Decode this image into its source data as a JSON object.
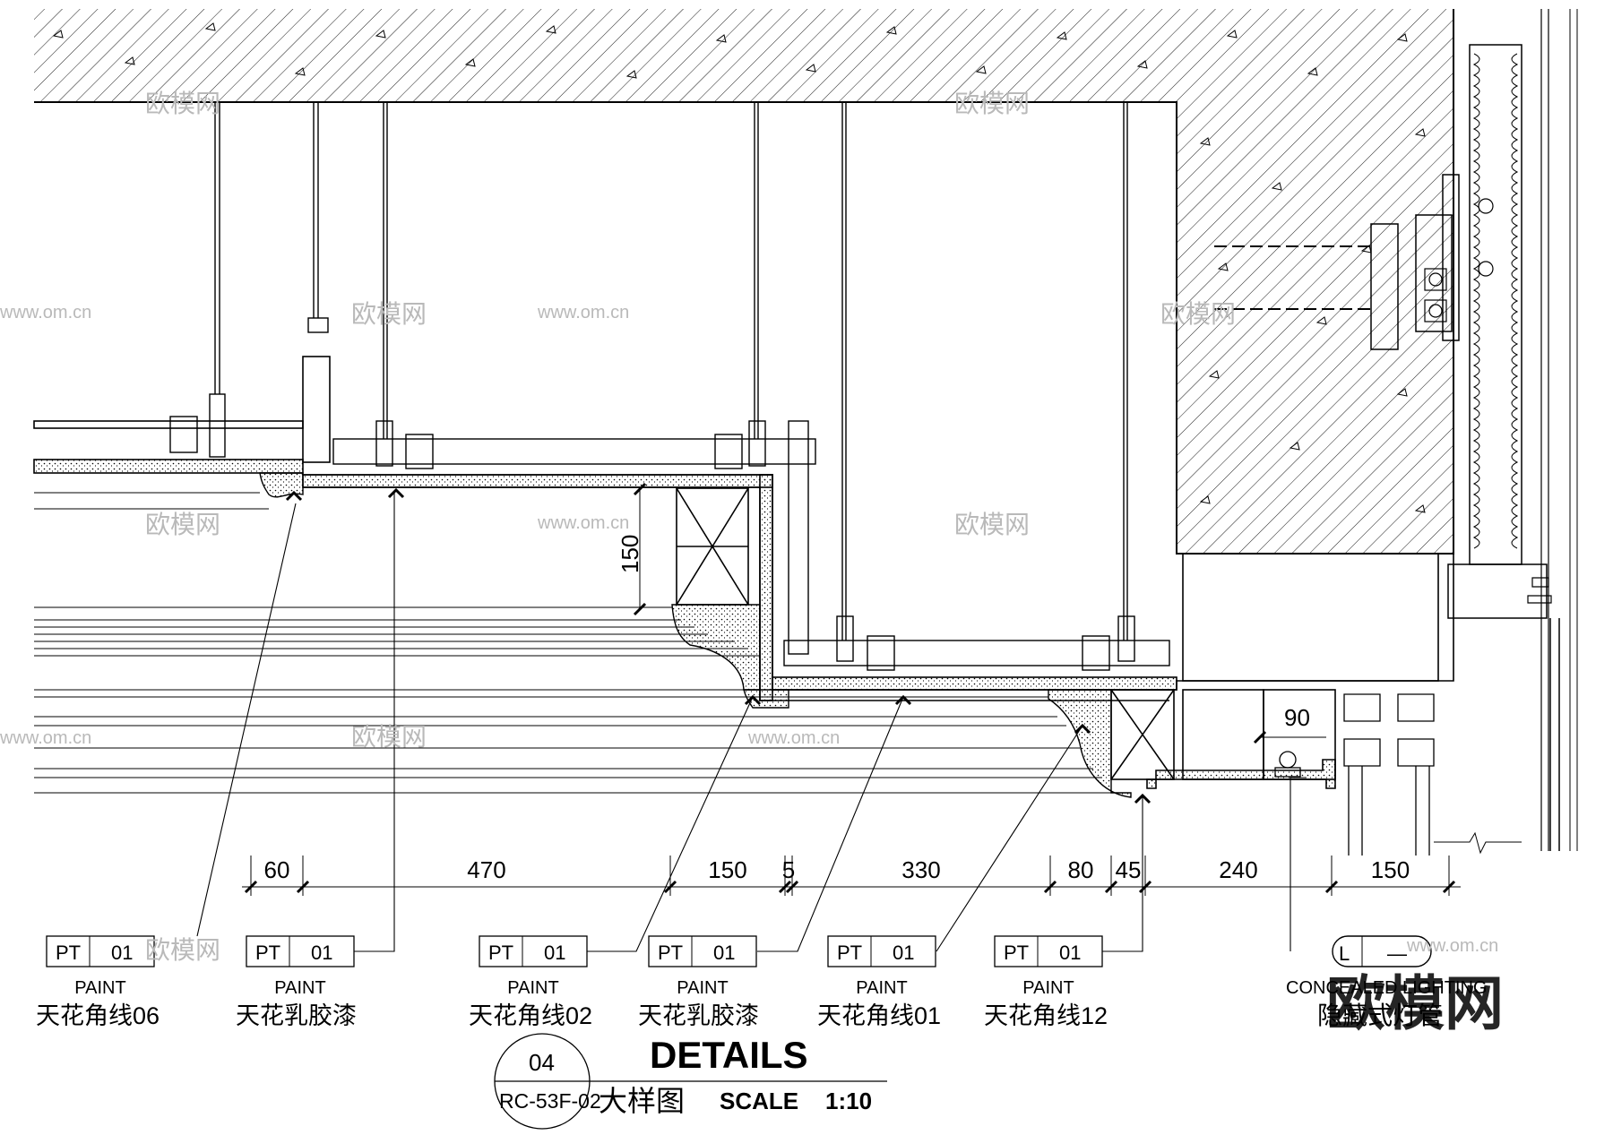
{
  "dimensions": [
    "60",
    "470",
    "150",
    "5",
    "330",
    "80",
    "45",
    "240",
    "150"
  ],
  "vertical_dimension": "150",
  "side_dimension": "90",
  "tags": [
    {
      "code": "PT",
      "number": "01",
      "material": "PAINT",
      "name": "天花角线06"
    },
    {
      "code": "PT",
      "number": "01",
      "material": "PAINT",
      "name": "天花乳胶漆"
    },
    {
      "code": "PT",
      "number": "01",
      "material": "PAINT",
      "name": "天花角线02"
    },
    {
      "code": "PT",
      "number": "01",
      "material": "PAINT",
      "name": "天花乳胶漆"
    },
    {
      "code": "PT",
      "number": "01",
      "material": "PAINT",
      "name": "天花角线01"
    },
    {
      "code": "PT",
      "number": "01",
      "material": "PAINT",
      "name": "天花角线12"
    }
  ],
  "light_tag": {
    "code": "L",
    "number": "—",
    "material": "CONCEALED LIGHTING",
    "name": "隐藏式灯管"
  },
  "title": {
    "detail_number": "04",
    "sheet_reference": "RC-53F-02",
    "heading": "DETAILS",
    "heading_cn": "大样图",
    "scale_label": "SCALE",
    "scale_value": "1:10"
  },
  "watermarks": {
    "brand": "欧模网",
    "url": "www.om.cn"
  }
}
